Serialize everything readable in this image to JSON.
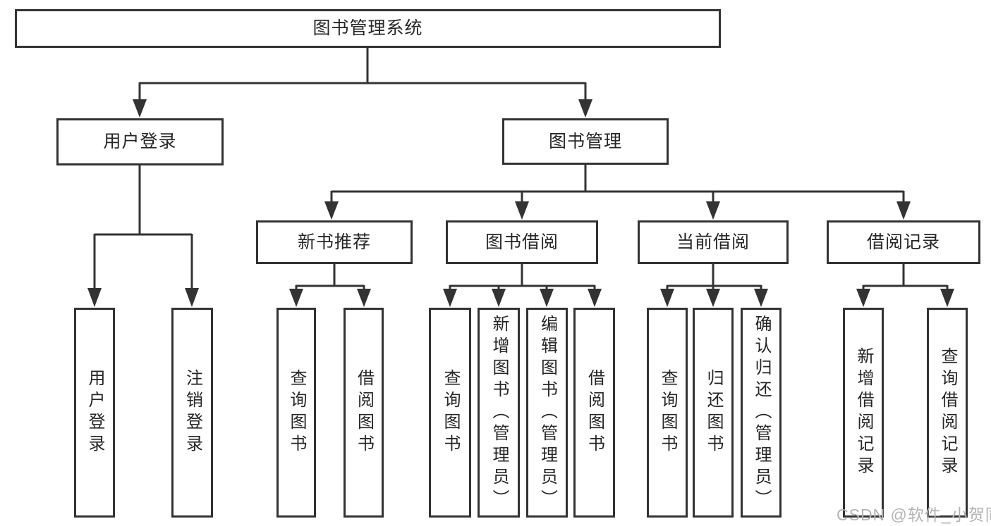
{
  "diagram": {
    "root": {
      "label": "图书管理系统"
    },
    "branches": [
      {
        "label": "用户登录",
        "leaves": [
          {
            "label": "用户登录"
          },
          {
            "label": "注销登录"
          }
        ]
      },
      {
        "label": "图书管理",
        "groups": [
          {
            "label": "新书推荐",
            "leaves": [
              {
                "label": "查询图书"
              },
              {
                "label": "借阅图书"
              }
            ]
          },
          {
            "label": "图书借阅",
            "leaves": [
              {
                "label": "查询图书"
              },
              {
                "label": "新增图书（管理员）"
              },
              {
                "label": "编辑图书（管理员）"
              },
              {
                "label": "借阅图书"
              }
            ]
          },
          {
            "label": "当前借阅",
            "leaves": [
              {
                "label": "查询图书"
              },
              {
                "label": "归还图书"
              },
              {
                "label": "确认归还（管理员）"
              }
            ]
          },
          {
            "label": "借阅记录",
            "leaves": [
              {
                "label": "新增借阅记录"
              },
              {
                "label": "查询借阅记录"
              }
            ]
          }
        ]
      }
    ]
  },
  "watermark": {
    "text": "CSDN @软件_小贺同学"
  },
  "colors": {
    "line": "#333333",
    "text": "#262626",
    "box_fill": "#ffffff",
    "bg": "#ffffff",
    "watermark": "#b3b3b3"
  }
}
